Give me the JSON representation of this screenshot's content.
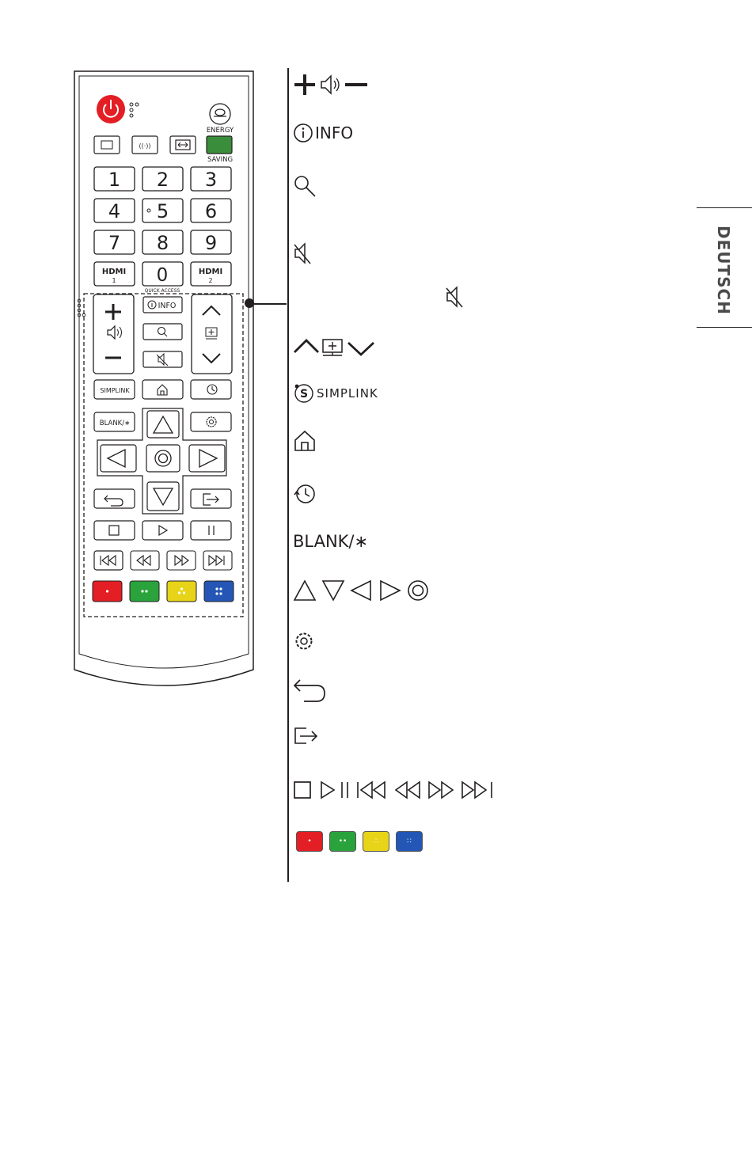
{
  "remote": {
    "energy_top": "ENERGY",
    "energy_bottom": "SAVING",
    "num_keys": [
      "1",
      "2",
      "3",
      "4",
      "5",
      "6",
      "7",
      "8",
      "9"
    ],
    "hdmi_label": "HDMI",
    "hdmi1_num": "1",
    "hdmi2_num": "2",
    "zero_key": "0",
    "quick_access": "QUICK ACCESS",
    "info_key": "INFO",
    "simplink_key": "SIMPLINK",
    "blank_key": "BLANK/∗"
  },
  "legend": {
    "info": "INFO",
    "simplink": "SIMPLINK",
    "blank": "BLANK/∗"
  },
  "side_tab": "DEUTSCH",
  "colors": {
    "power": "#e31e24",
    "energy_green": "#3a8d3a",
    "red": "#e31e24",
    "green": "#2aa33c",
    "yellow": "#e7d418",
    "blue": "#2356b5"
  },
  "icons": [
    "power-icon",
    "input-icon",
    "picture-mode-icon",
    "sound-mode-icon",
    "ratio-icon",
    "volume-icon",
    "channel-icon",
    "search-icon",
    "mute-icon",
    "home-icon",
    "recent-icon",
    "settings-icon",
    "back-icon",
    "exit-icon",
    "stop-icon",
    "play-icon",
    "pause-icon",
    "skip-back-icon",
    "rewind-icon",
    "fast-forward-icon",
    "skip-forward-icon"
  ]
}
